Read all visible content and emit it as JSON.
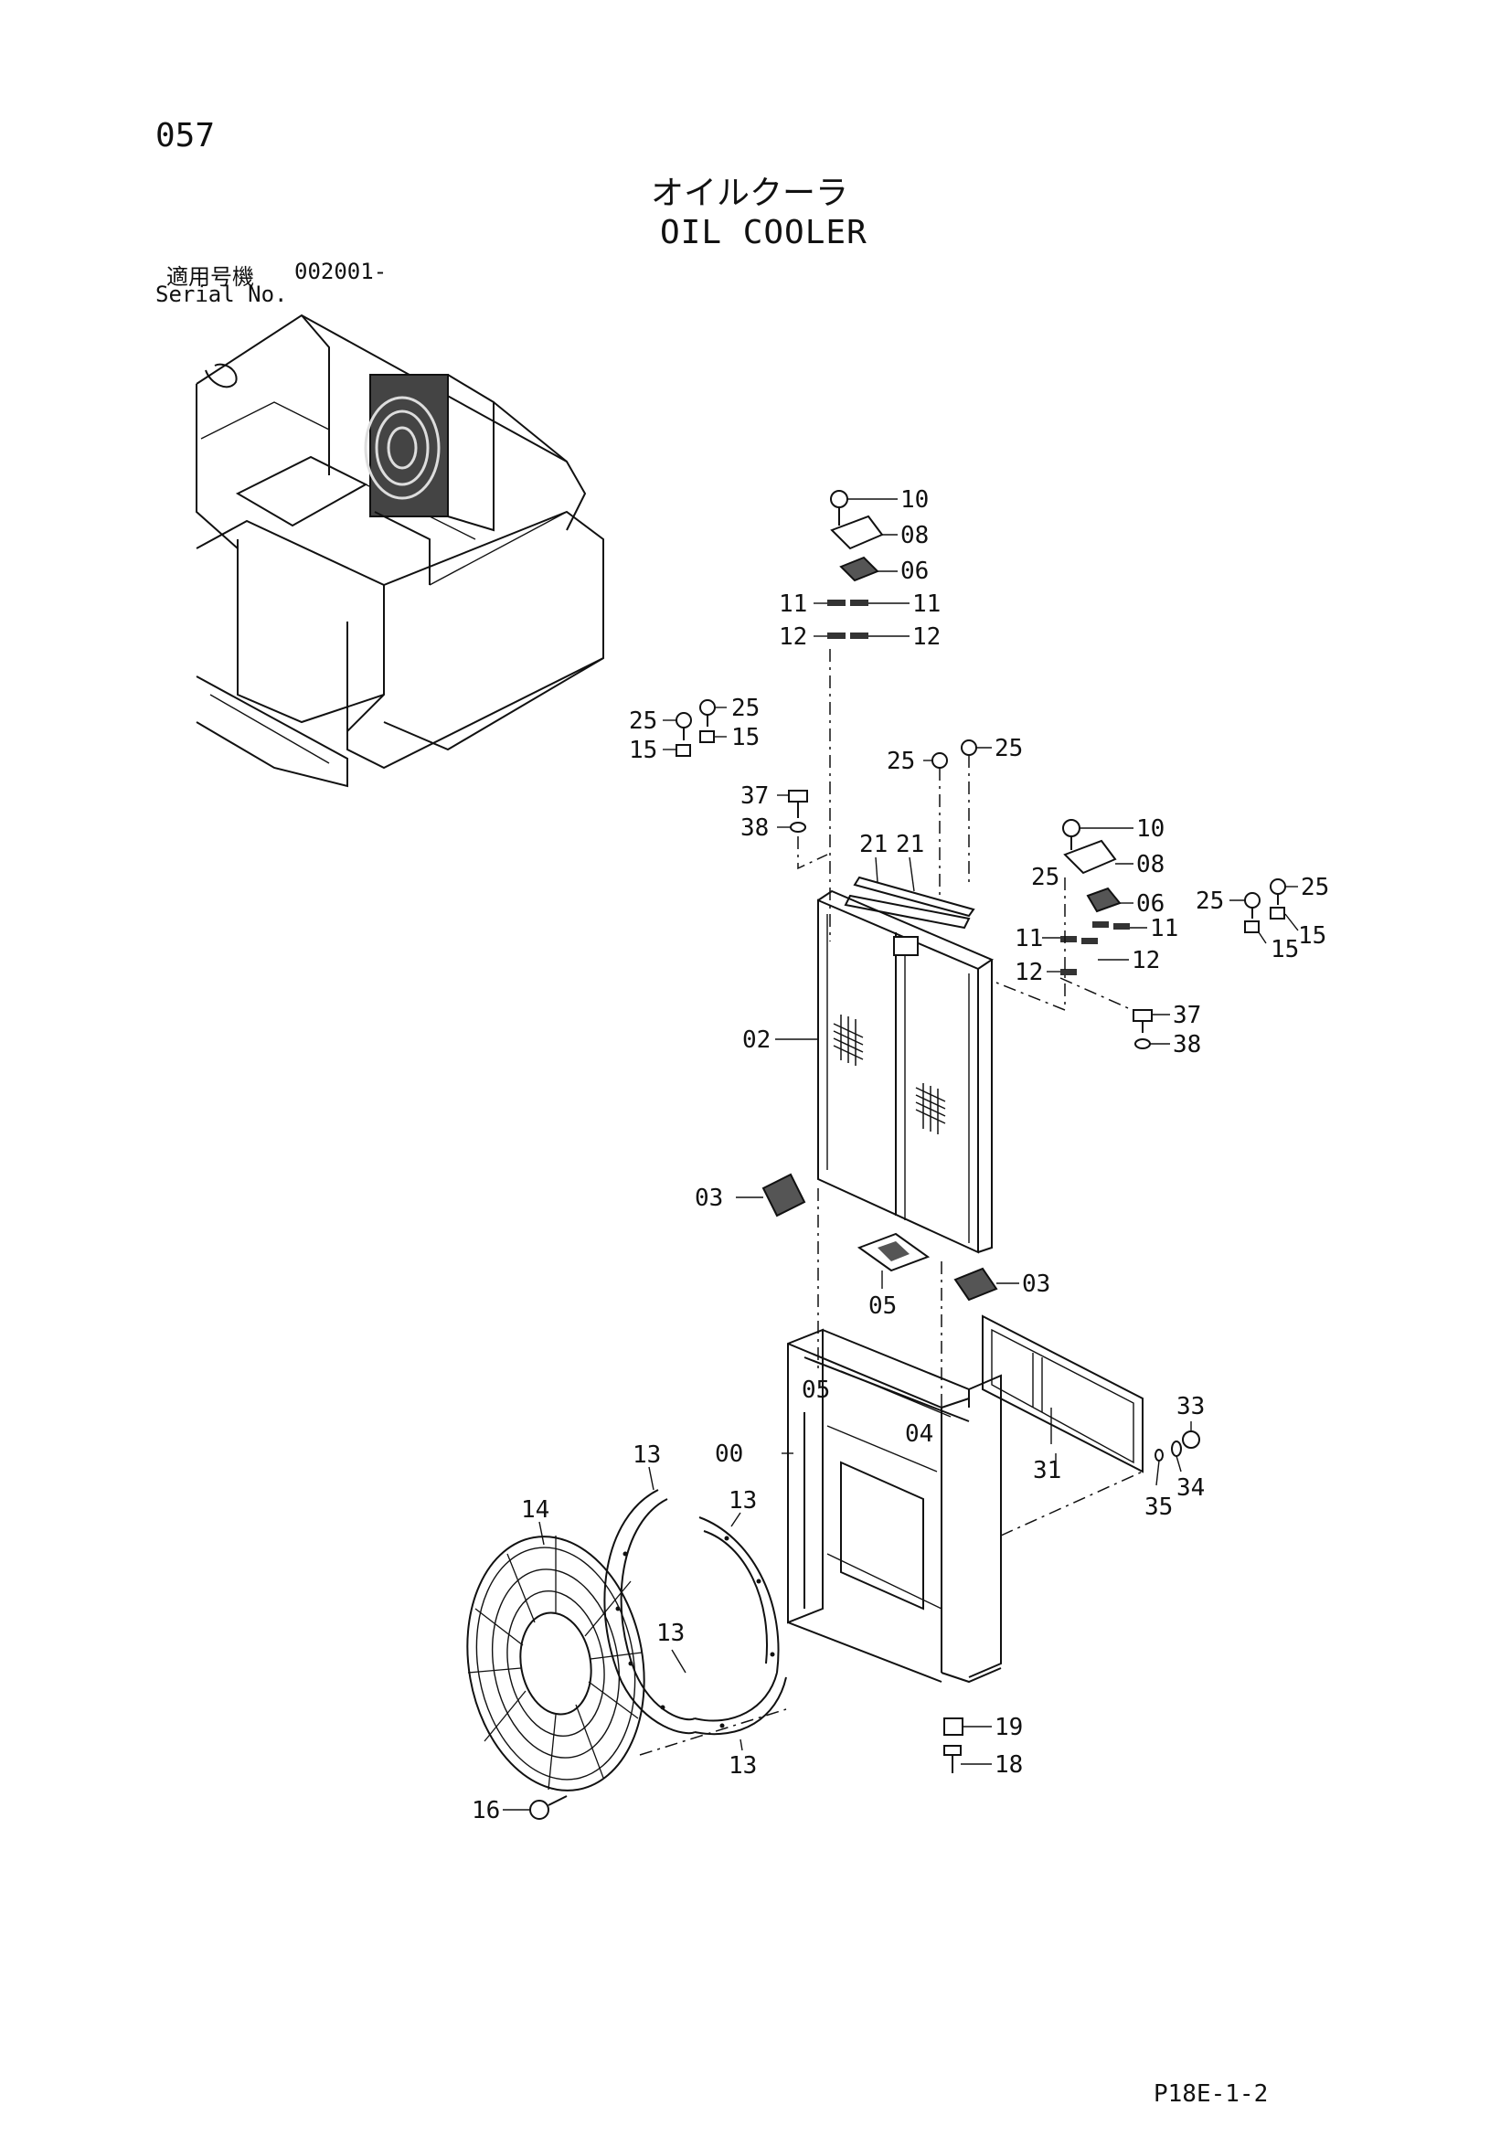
{
  "page_number": "057",
  "title_jp": "オイルクーラ",
  "title_en": "OIL COOLER",
  "serial": {
    "label_jp": "適用号機",
    "value": "002001-",
    "label_en": "Serial No."
  },
  "figure_code": "P18E-1-2",
  "part_labels": {
    "p10a": "10",
    "p08a": "08",
    "p06a": "06",
    "p11a": "11",
    "p11b": "11",
    "p12a": "12",
    "p12b": "12",
    "p25a": "25",
    "p25b": "25",
    "p15a": "15",
    "p15b": "15",
    "p25c": "25",
    "p25d": "25",
    "p37a": "37",
    "p38a": "38",
    "p21a": "21",
    "p21b": "21",
    "p10b": "10",
    "p25e": "25",
    "p08b": "08",
    "p06b": "06",
    "p11c": "11",
    "p11d": "11",
    "p12c": "12",
    "p12d": "12",
    "p25f": "25",
    "p25g": "25",
    "p15c": "15",
    "p15d": "15",
    "p37b": "37",
    "p38b": "38",
    "p02": "02",
    "p03a": "03",
    "p03b": "03",
    "p05a": "05",
    "p05b": "05",
    "p04": "04",
    "p00": "00",
    "p31": "31",
    "p33": "33",
    "p34": "34",
    "p35": "35",
    "p13a": "13",
    "p13b": "13",
    "p13c": "13",
    "p13d": "13",
    "p14": "14",
    "p16": "16",
    "p19": "19",
    "p18": "18"
  }
}
